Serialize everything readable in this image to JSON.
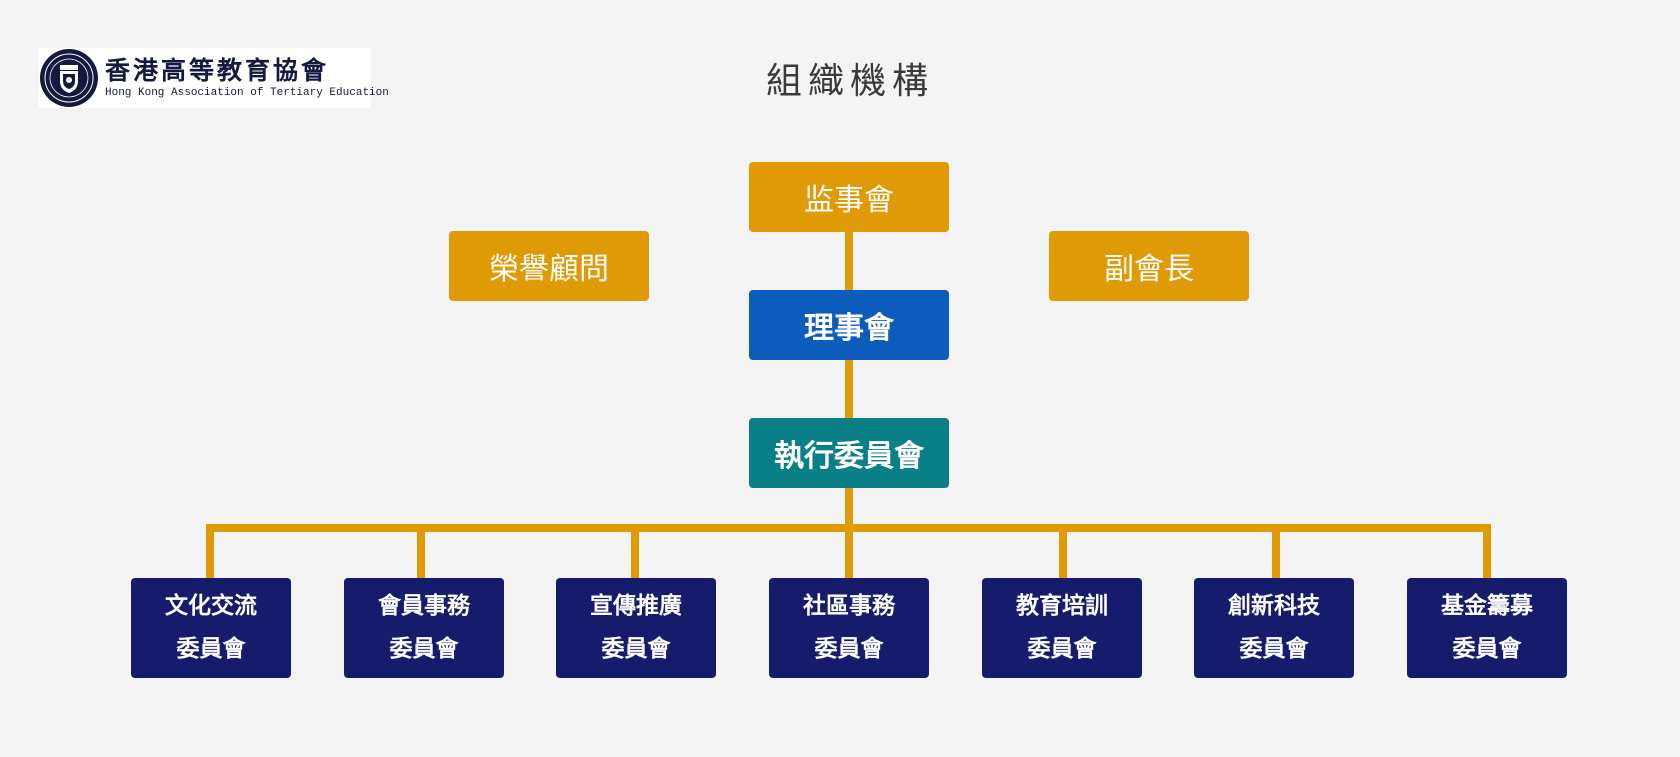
{
  "header": {
    "logo_cn": "香港高等教育協會",
    "logo_en": "Hong Kong Association of Tertiary Education",
    "seal_icon": "association-seal-icon"
  },
  "title": "組織機構",
  "colors": {
    "gold": "#e09a06",
    "blue": "#0b5cbb",
    "teal": "#0a7f86",
    "navy": "#151c6c",
    "background": "#f4f4f4",
    "connector": "#e09a06"
  },
  "org": {
    "supervisory": "监事會",
    "honorary_advisors": "榮譽顧問",
    "vice_president": "副會長",
    "board": "理事會",
    "executive": "執行委員會",
    "committees": [
      {
        "line1": "文化交流",
        "line2": "委員會"
      },
      {
        "line1": "會員事務",
        "line2": "委員會"
      },
      {
        "line1": "宣傳推廣",
        "line2": "委員會"
      },
      {
        "line1": "社區事務",
        "line2": "委員會"
      },
      {
        "line1": "教育培訓",
        "line2": "委員會"
      },
      {
        "line1": "創新科技",
        "line2": "委員會"
      },
      {
        "line1": "基金籌募",
        "line2": "委員會"
      }
    ]
  }
}
